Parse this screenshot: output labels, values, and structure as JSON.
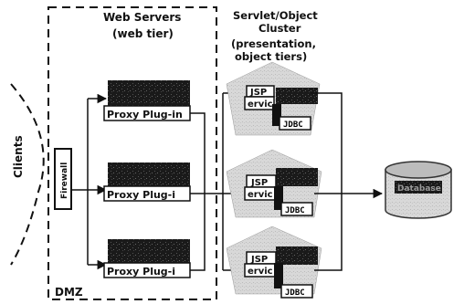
{
  "diagram": {
    "web_servers_title": "Web Servers",
    "web_tier_label": "(web tier)",
    "cluster_title_1": "Servlet/Object",
    "cluster_title_2": "Cluster",
    "cluster_sub_1": "(presentation,",
    "cluster_sub_2": "object tiers)",
    "clients_label": "Clients",
    "firewall_label": "Firewall",
    "dmz_label": "DMZ",
    "proxy_plugin_label": "Proxy Plug-in",
    "proxy_plugin_label_short": "Proxy Plug-i",
    "jsp_label": "JSP",
    "service_label": "ervic",
    "jdbc_label": "JDBC",
    "database_label": "Database"
  }
}
